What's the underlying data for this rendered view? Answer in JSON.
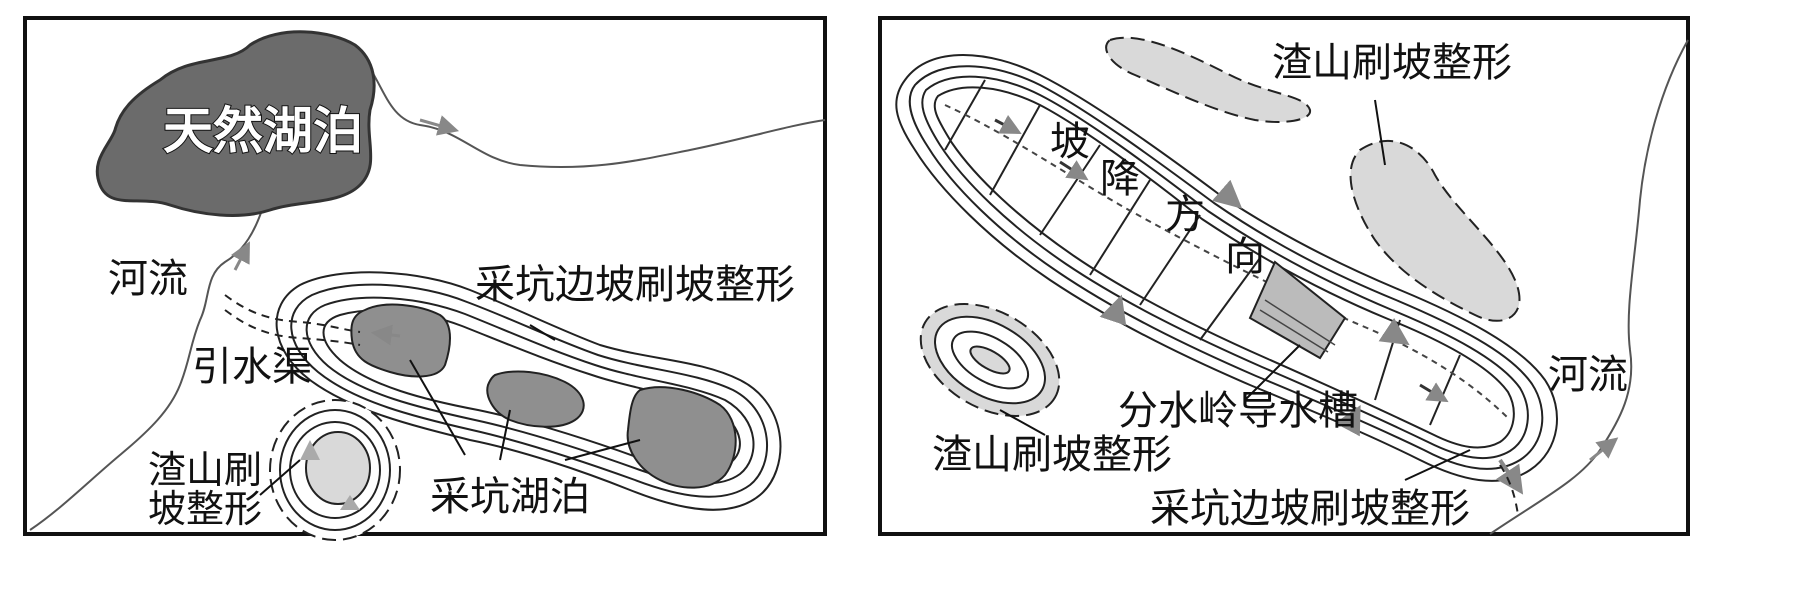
{
  "left_panel": {
    "natural_lake": "天然湖泊",
    "river": "河流",
    "diversion_canal": "引水渠",
    "pit_slope_label": "采坑边坡刷坡整形",
    "slag_label_line1": "渣山刷",
    "slag_label_line2": "坡整形",
    "pit_lakes": "采坑湖泊"
  },
  "right_panel": {
    "slag_top": "渣山刷坡整形",
    "direction_chars": [
      "坡",
      "降",
      "方",
      "向"
    ],
    "river": "河流",
    "divide_channel": "分水岭导水槽",
    "slag_left": "渣山刷坡整形",
    "pit_slope_label": "采坑边坡刷坡整形"
  },
  "colors": {
    "lake_dark": "#6b6b6b",
    "pit_lake": "#8f8f8f",
    "slag_fill": "#d9d9d9",
    "arrow": "#888888"
  }
}
